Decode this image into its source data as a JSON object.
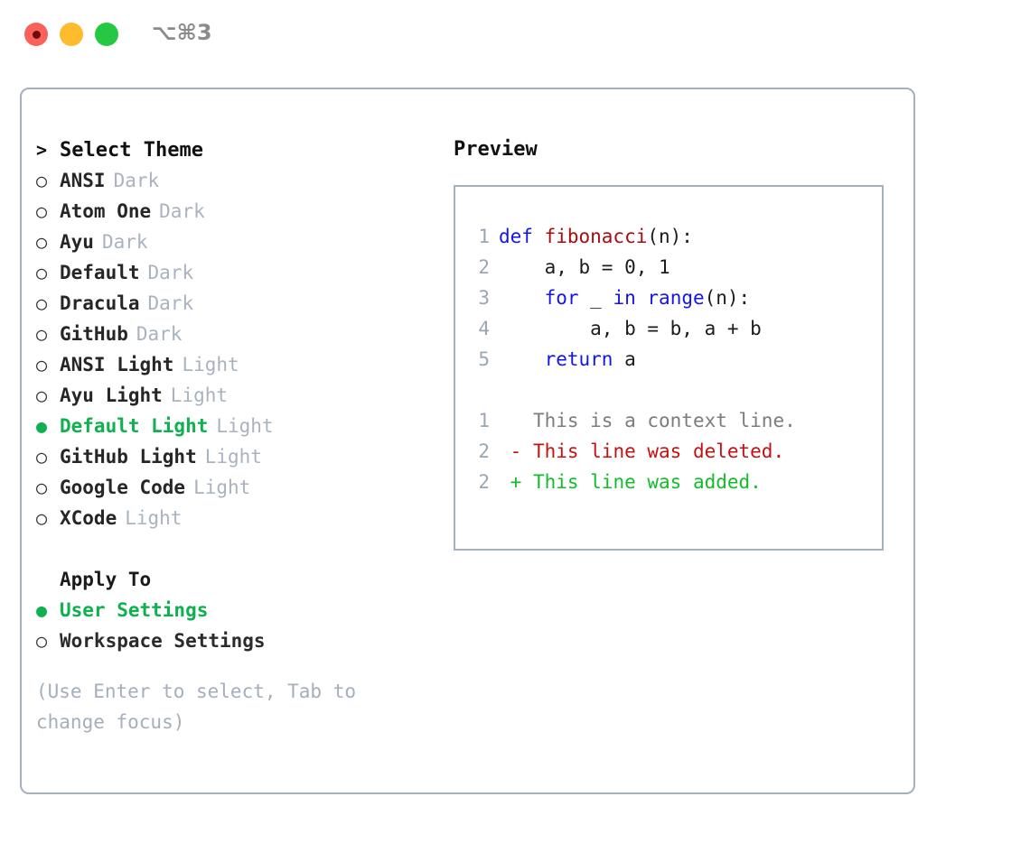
{
  "window": {
    "title": "⌥⌘3",
    "traffic_lights": [
      "close-red",
      "minimize-amber",
      "maximize-green"
    ]
  },
  "theme_selector": {
    "header_prefix": ">",
    "header": "Select Theme",
    "unselected_bullet": "○",
    "selected_bullet": "●",
    "items": [
      {
        "label": "ANSI",
        "suffix": "Dark",
        "selected": false
      },
      {
        "label": "Atom One",
        "suffix": "Dark",
        "selected": false
      },
      {
        "label": "Ayu",
        "suffix": "Dark",
        "selected": false
      },
      {
        "label": "Default",
        "suffix": "Dark",
        "selected": false
      },
      {
        "label": "Dracula",
        "suffix": "Dark",
        "selected": false
      },
      {
        "label": "GitHub",
        "suffix": "Dark",
        "selected": false
      },
      {
        "label": "ANSI Light",
        "suffix": "Light",
        "selected": false
      },
      {
        "label": "Ayu Light",
        "suffix": "Light",
        "selected": false
      },
      {
        "label": "Default Light",
        "suffix": "Light",
        "selected": true
      },
      {
        "label": "GitHub Light",
        "suffix": "Light",
        "selected": false
      },
      {
        "label": "Google Code",
        "suffix": "Light",
        "selected": false
      },
      {
        "label": "XCode",
        "suffix": "Light",
        "selected": false
      }
    ]
  },
  "apply_to": {
    "header": "Apply To",
    "items": [
      {
        "label": "User Settings",
        "selected": true
      },
      {
        "label": "Workspace Settings",
        "selected": false
      }
    ]
  },
  "hint": "(Use Enter to select, Tab to change focus)",
  "preview": {
    "title": "Preview",
    "code": [
      {
        "lno": "1",
        "tokens": [
          {
            "t": "def ",
            "c": "kw"
          },
          {
            "t": "fibonacci",
            "c": "fn"
          },
          {
            "t": "(n):",
            "c": "txt"
          }
        ]
      },
      {
        "lno": "2",
        "tokens": [
          {
            "t": "    a, b = 0, 1",
            "c": "txt"
          }
        ]
      },
      {
        "lno": "3",
        "tokens": [
          {
            "t": "    ",
            "c": "txt"
          },
          {
            "t": "for",
            "c": "kw"
          },
          {
            "t": " _ ",
            "c": "txt"
          },
          {
            "t": "in",
            "c": "kw"
          },
          {
            "t": " ",
            "c": "txt"
          },
          {
            "t": "range",
            "c": "kw"
          },
          {
            "t": "(n):",
            "c": "txt"
          }
        ]
      },
      {
        "lno": "4",
        "tokens": [
          {
            "t": "        a, b = b, a + b",
            "c": "txt"
          }
        ]
      },
      {
        "lno": "5",
        "tokens": [
          {
            "t": "    ",
            "c": "txt"
          },
          {
            "t": "return",
            "c": "kw"
          },
          {
            "t": " a",
            "c": "txt"
          }
        ]
      }
    ],
    "diff": [
      {
        "lno": "1",
        "marker": " ",
        "text": "This is a context line.",
        "kind": "d-ctx"
      },
      {
        "lno": "2",
        "marker": "-",
        "text": "This line was deleted.",
        "kind": "d-del"
      },
      {
        "lno": "2",
        "marker": "+",
        "text": "This line was added.",
        "kind": "d-add"
      }
    ]
  },
  "colors": {
    "accent_green": "#0fb04f",
    "muted": "#a9b3c0",
    "border": "#a6b0bd",
    "keyword_blue": "#1414ef",
    "function_red": "#a80d0d",
    "diff_delete": "#c61111",
    "diff_add": "#12bd29",
    "line_number": "#9aa6b4"
  }
}
